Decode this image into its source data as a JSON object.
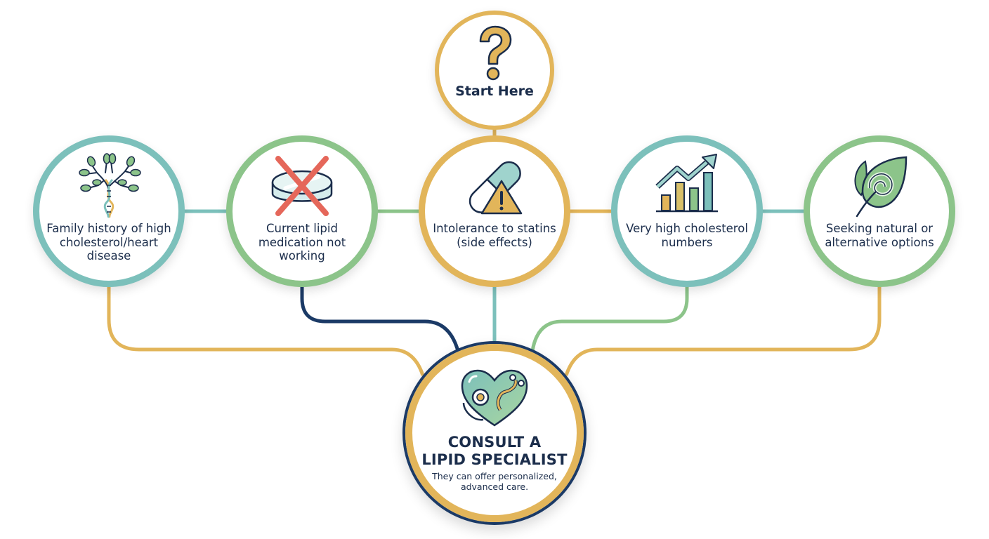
{
  "diagram": {
    "start": {
      "label": "Start Here",
      "icon": "question-mark-icon",
      "ring_color": "#e2b55a"
    },
    "criteria": [
      {
        "id": "family-history",
        "label": "Family history of high cholesterol/heart disease",
        "icon": "dna-tree-icon",
        "ring_color": "#7cc0bb",
        "connector_color": "#e2b55a"
      },
      {
        "id": "medication-not-working",
        "label": "Current lipid medication not working",
        "icon": "crossed-pill-icon",
        "ring_color": "#8cc48a",
        "connector_color": "#1b3a66"
      },
      {
        "id": "statin-intolerance",
        "label": "Intolerance to statins (side effects)",
        "icon": "capsule-warning-icon",
        "ring_color": "#e2b55a",
        "connector_color": "#7cc0bb"
      },
      {
        "id": "very-high-numbers",
        "label": "Very high cholesterol numbers",
        "icon": "rising-bar-chart-icon",
        "ring_color": "#7cc0bb",
        "connector_color": "#8cc48a"
      },
      {
        "id": "natural-options",
        "label": "Seeking natural or alternative options",
        "icon": "swirl-leaf-icon",
        "ring_color": "#8cc48a",
        "connector_color": "#e2b55a"
      }
    ],
    "outcome": {
      "title_line1": "CONSULT A",
      "title_line2": "LIPID SPECIALIST",
      "subtitle_line1": "They can offer personalized,",
      "subtitle_line2": "advanced care.",
      "icon": "heart-stethoscope-icon",
      "outer_ring_color": "#1b3a66",
      "inner_ring_color": "#e2b55a"
    },
    "colors": {
      "gold": "#e2b55a",
      "teal": "#7cc0bb",
      "green": "#8cc48a",
      "navy": "#1b3a66",
      "text": "#1b2d4b",
      "red_cross": "#e5675a"
    }
  }
}
